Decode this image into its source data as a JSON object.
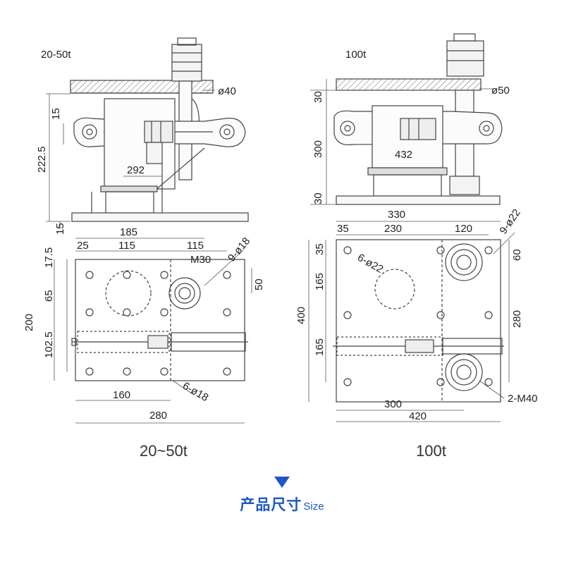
{
  "left": {
    "corner_label": "20-50t",
    "caption": "20~50t",
    "side_dims": {
      "hole": "ø40",
      "gap": "15",
      "height": "222.5",
      "inner": "292",
      "base": "15"
    },
    "plan_dims": {
      "overall_top": "185",
      "top_a": "25",
      "top_b": "115",
      "top_c": "115",
      "left_top": "17.5",
      "left_mid": "65",
      "left_low": "102.5",
      "overall_height": "200",
      "thread": "M30",
      "right_small": "50",
      "holes_top": "9-ø18",
      "holes_bottom": "6-ø18",
      "bottom_inner": "160",
      "bottom_overall": "280"
    }
  },
  "right": {
    "corner_label": "100t",
    "caption": "100t",
    "side_dims": {
      "hole": "ø50",
      "top": "30",
      "height": "300",
      "inner": "432",
      "base": "30"
    },
    "plan_dims": {
      "overall_top": "330",
      "top_a": "35",
      "top_b": "230",
      "top_c": "120",
      "holes_top": "9-ø22",
      "holes_inner": "6-ø22",
      "left_top": "35",
      "left_mid": "165",
      "overall_height": "400",
      "left_low": "165",
      "right_top": "60",
      "right_mid": "280",
      "thread": "2-M40",
      "bottom_inner": "300",
      "bottom_overall": "420"
    }
  },
  "footer": {
    "title": "产品尺寸",
    "subtitle": "Size",
    "accent_color": "#1f56c6"
  }
}
